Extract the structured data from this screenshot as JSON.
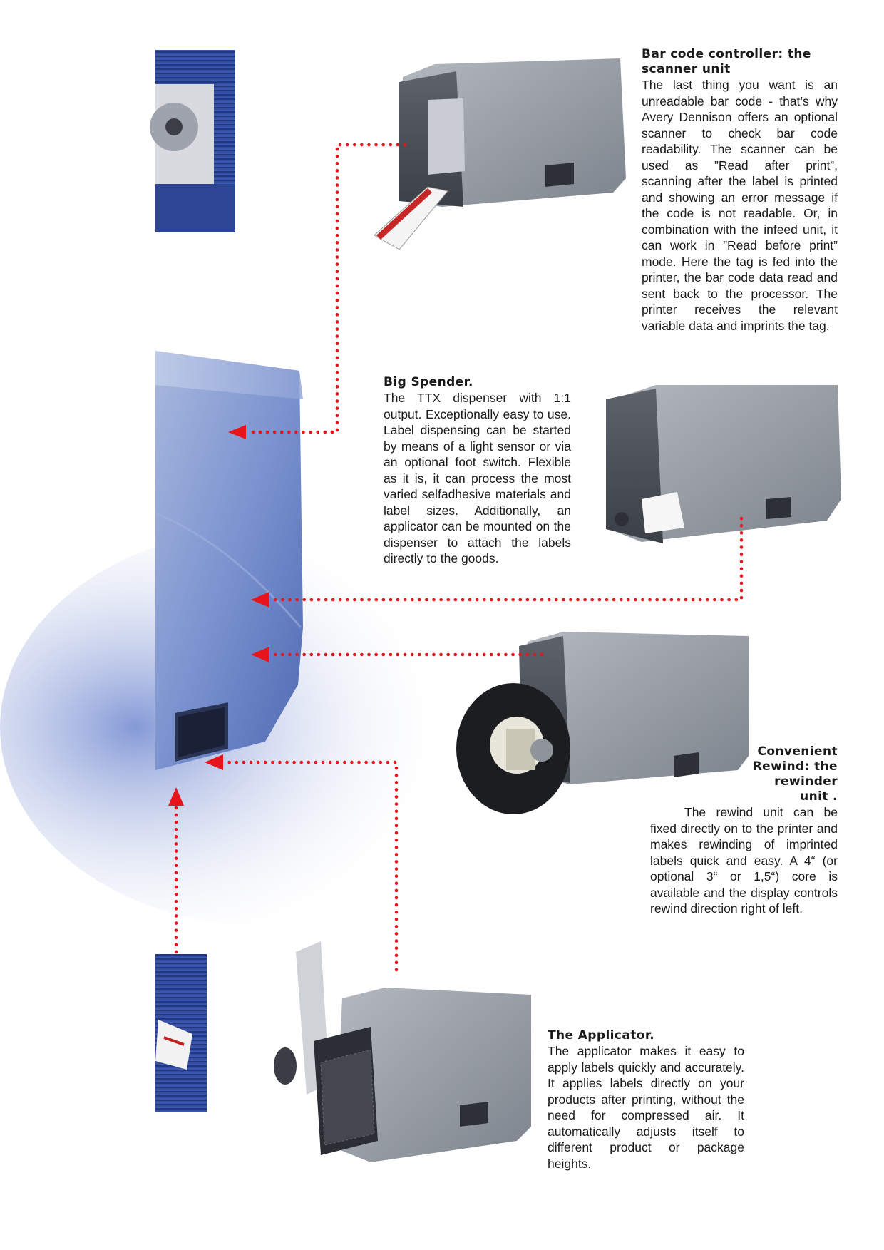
{
  "sections": {
    "scanner": {
      "heading": "Bar code controller: the scanner unit",
      "body": "The last thing you want is an unreadable  bar code - that’s why Avery Dennison offers an optional scanner to check bar code readability. The scanner can be used as ”Read after print”, scanning after the label is printed and showing an error message if the code is not readable. Or, in combination with the infeed unit,  it can work in ”Read before print” mode. Here the tag is fed into the printer, the bar code data read and sent back to the processor. The printer receives the relevant variable data and imprints the tag."
    },
    "spender": {
      "heading": "Big Spender.",
      "body": "The TTX dispenser with 1:1 output. Exceptionally easy to use. Label dispensing can be started by means of a light sensor or via an optional foot switch. Flexible as it is, it can process the most varied selfadhesive materials and label sizes.  Additionally, an applicator can be mounted on the dispenser to attach the labels directly to the goods."
    },
    "rewind": {
      "heading": "Convenient Rewind: the rewinder unit .",
      "body": "The rewind unit can be fixed directly on to the printer and makes rewinding of imprinted labels quick and easy. A 4“ (or optional 3“ or 1,5“) core is available and the display controls rewind direction right of left."
    },
    "applicator": {
      "heading": "The Applicator.",
      "body": "The applicator makes it easy to apply labels quickly and accurately. It applies labels directly on your products after printing, without the need for compressed air. It automatically adjusts itself to different product or package heights."
    }
  },
  "colors": {
    "accent_red": "#e8141b",
    "printer_grey": "#8e949d",
    "printer_dark": "#4a4f58",
    "background_blue": "#5a78c0"
  }
}
